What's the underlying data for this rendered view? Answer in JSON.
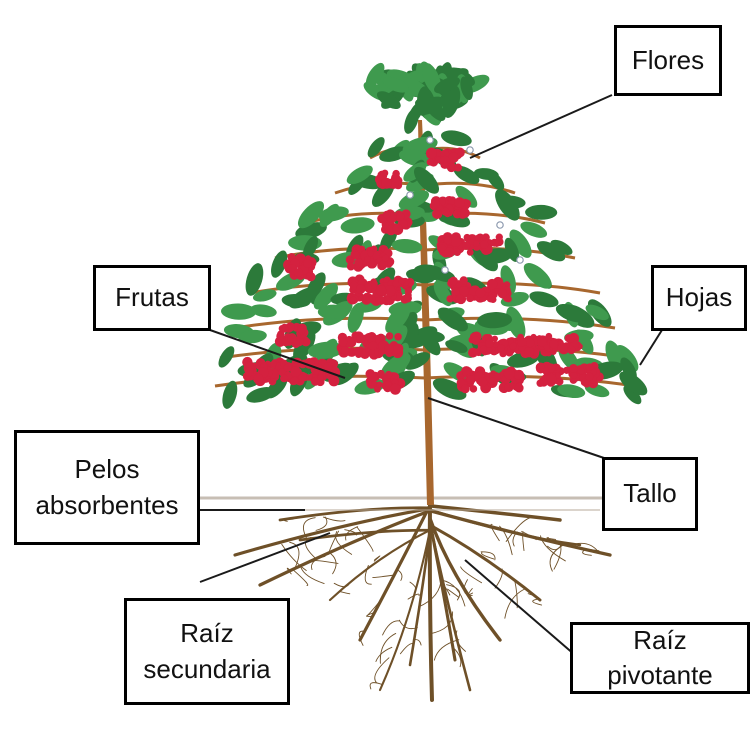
{
  "diagram": {
    "labels": {
      "flores": "Flores",
      "frutas": "Frutas",
      "hojas": "Hojas",
      "pelos_absorbentes_line1": "Pelos",
      "pelos_absorbentes_line2": "absorbentes",
      "tallo": "Tallo",
      "raiz_secundaria_line1": "Raíz",
      "raiz_secundaria_line2": "secundaria",
      "raiz_pivotante": "Raíz pivotante"
    },
    "colors": {
      "leaf": "#3f9a4e",
      "leaf_dark": "#2c7a3a",
      "fruit": "#d4213f",
      "stem": "#a8672e",
      "root": "#6e5028",
      "ground": "#9b8a78",
      "leader_line": "#1a1a1a",
      "box_border": "#000000"
    }
  }
}
